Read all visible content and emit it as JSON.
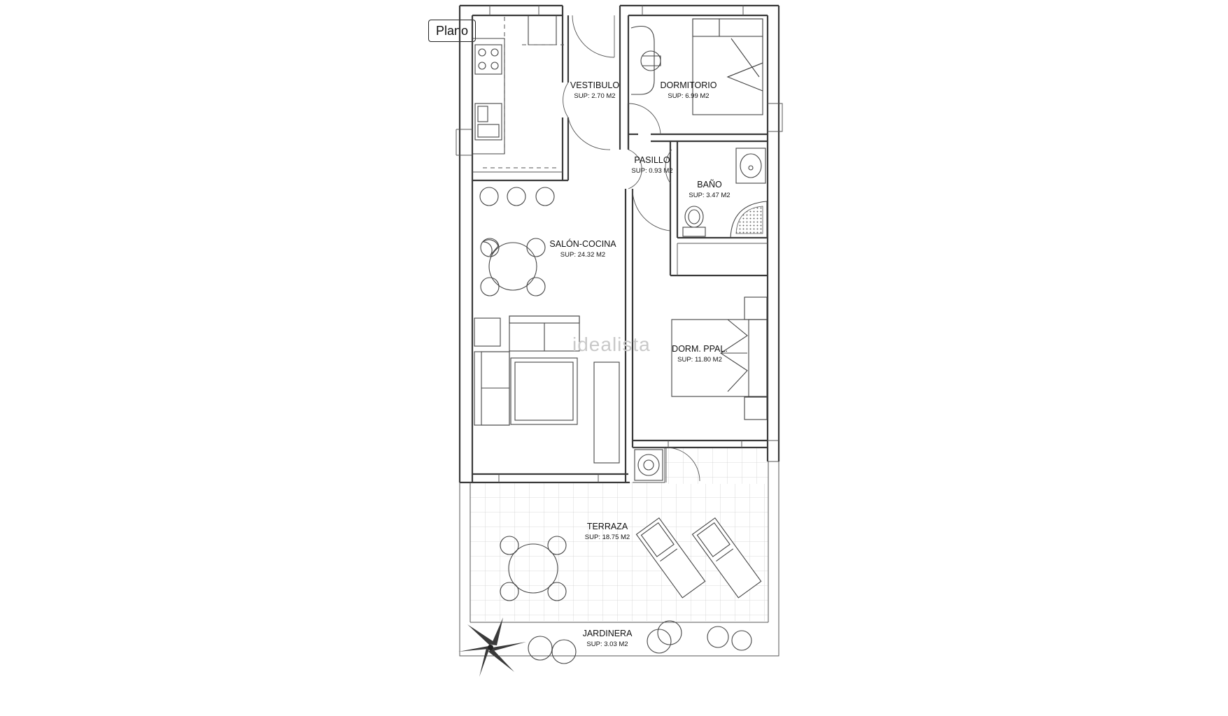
{
  "tag": {
    "label": "Plano"
  },
  "watermark": "idealista",
  "rooms": {
    "vestibulo": {
      "name": "VESTIBULO",
      "area": "SUP: 2.70 M2"
    },
    "dormitorio": {
      "name": "DORMITORIO",
      "area": "SUP: 6.99 M2"
    },
    "pasillo": {
      "name": "PASILLO",
      "area": "SUP: 0.93 M2"
    },
    "bano": {
      "name": "BAÑO",
      "area": "SUP: 3.47 M2"
    },
    "salon": {
      "name": "SALÓN-COCINA",
      "area": "SUP: 24.32 M2"
    },
    "dorm_ppal": {
      "name": "DORM. PPAL.",
      "area": "SUP: 11.80 M2"
    },
    "terraza": {
      "name": "TERRAZA",
      "area": "SUP: 18.75 M2"
    },
    "jardinera": {
      "name": "JARDINERA",
      "area": "SUP: 3.03 M2"
    }
  }
}
